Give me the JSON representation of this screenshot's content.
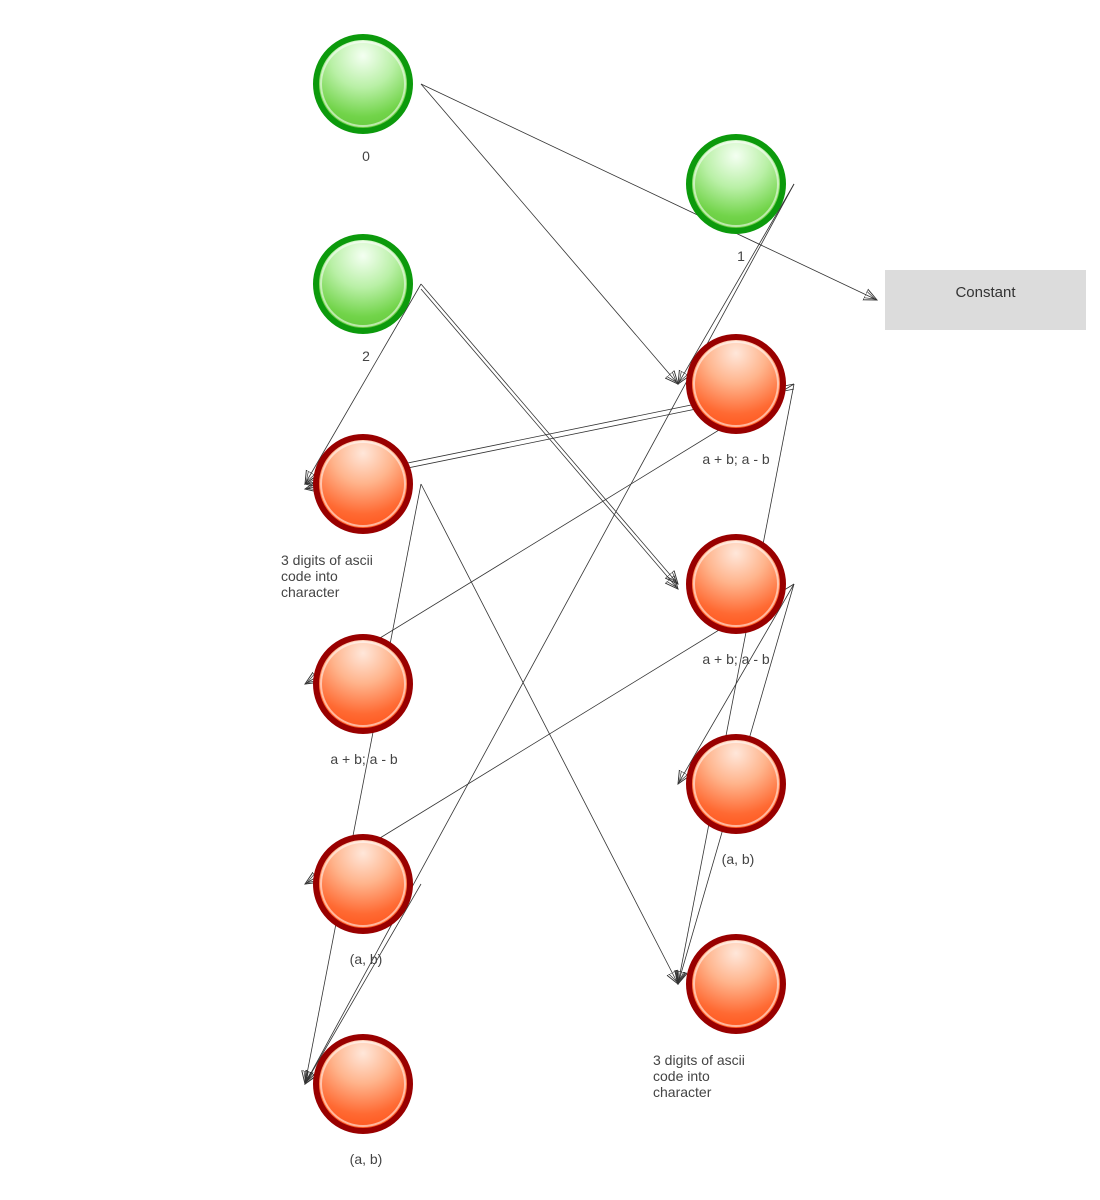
{
  "nodes": [
    {
      "id": "n0",
      "label": "0",
      "type": "green"
    },
    {
      "id": "n2",
      "label": "2",
      "type": "green"
    },
    {
      "id": "nL3",
      "label": "3 digits of ascii\ncode into\ncharacter",
      "type": "red"
    },
    {
      "id": "nL4",
      "label": "a + b; a - b",
      "type": "red"
    },
    {
      "id": "nL5",
      "label": "(a, b)",
      "type": "red"
    },
    {
      "id": "nL6",
      "label": "(a, b)",
      "type": "red"
    },
    {
      "id": "n1",
      "label": "1",
      "type": "green"
    },
    {
      "id": "nR2",
      "label": "a + b; a - b",
      "type": "red"
    },
    {
      "id": "nR3",
      "label": "a + b; a - b",
      "type": "red"
    },
    {
      "id": "nR4",
      "label": "(a, b)",
      "type": "red"
    },
    {
      "id": "nR5",
      "label": "3 digits of ascii\ncode into\ncharacter",
      "type": "red"
    }
  ],
  "constant": {
    "label": "Constant"
  },
  "edges": [
    {
      "from": "n0",
      "to": "nR2"
    },
    {
      "from": "n0",
      "to": "constant"
    },
    {
      "from": "n1",
      "to": "nR2"
    },
    {
      "from": "n1",
      "to": "nL6"
    },
    {
      "from": "n2",
      "to": "nL3"
    },
    {
      "from": "n2",
      "to": "nR3"
    },
    {
      "from": "n2",
      "to": "nR3"
    },
    {
      "from": "nR2",
      "to": "nL3"
    },
    {
      "from": "nR2",
      "to": "nL3"
    },
    {
      "from": "nR2",
      "to": "nL4"
    },
    {
      "from": "nR2",
      "to": "nR5"
    },
    {
      "from": "nL3",
      "to": "nR5"
    },
    {
      "from": "nL3",
      "to": "nL6"
    },
    {
      "from": "nR3",
      "to": "nL5"
    },
    {
      "from": "nR3",
      "to": "nR4"
    },
    {
      "from": "nR3",
      "to": "nR5"
    },
    {
      "from": "nL5",
      "to": "nL6"
    }
  ]
}
